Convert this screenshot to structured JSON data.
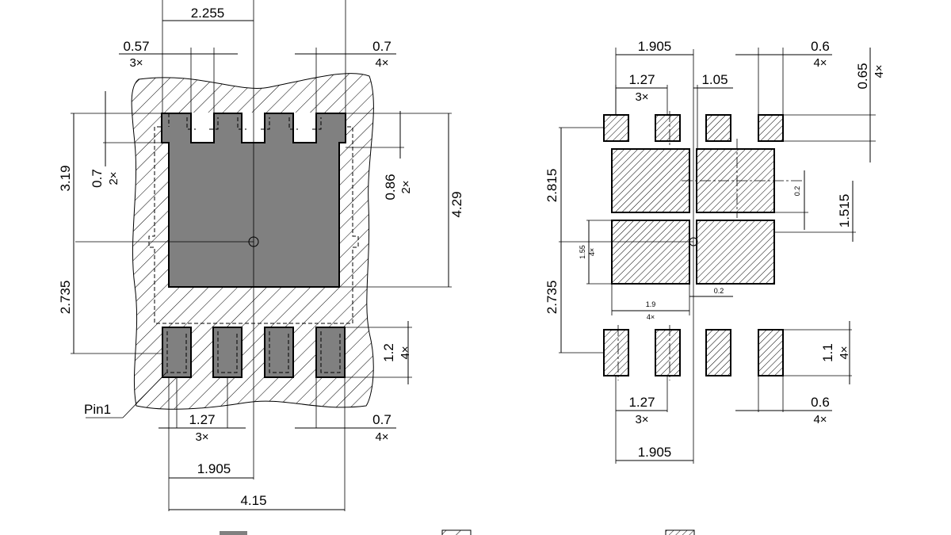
{
  "colors": {
    "background": "#ffffff",
    "metal": "#808080",
    "line": "#000000"
  },
  "left_view": {
    "dims": {
      "top_span": "2.255",
      "pitch_notch": "0.57",
      "notch_count": "3×",
      "edge_right": "0.7",
      "edge_right_count": "4×",
      "height_upper": "3.19",
      "notch_depth": "0.7",
      "notch_depth_count": "2×",
      "offset_right": "0.86",
      "offset_right_count": "2×",
      "pad_height": "4.29",
      "height_lower": "2.735",
      "lead_height": "1.2",
      "lead_height_count": "4×",
      "pin1_label": "Pin1",
      "lead_pitch": "1.27",
      "lead_pitch_count": "3×",
      "lead_width": "0.7",
      "lead_width_count": "4×",
      "half_span": "1.905",
      "total_width": "4.15"
    }
  },
  "right_view": {
    "dims": {
      "half_span_top": "1.905",
      "pad_width_top": "0.6",
      "pad_width_top_count": "4×",
      "pad_height_top": "0.65",
      "pad_height_top_count": "4×",
      "pitch_top": "1.27",
      "pitch_top_count": "3×",
      "gap_center": "1.05",
      "height_upper": "2.815",
      "gap_small": "0.2",
      "block_offset": "1.515",
      "block_height": "1.55",
      "block_height_count": "4×",
      "height_lower": "2.735",
      "block_width": "1.9",
      "block_width_count": "4×",
      "gap_bottom": "0.2",
      "lead_height": "1.1",
      "lead_height_count": "4×",
      "pitch_bottom": "1.27",
      "pitch_bottom_count": "3×",
      "pad_width_bottom": "0.6",
      "pad_width_bottom_count": "4×",
      "half_span_bottom": "1.905"
    }
  }
}
